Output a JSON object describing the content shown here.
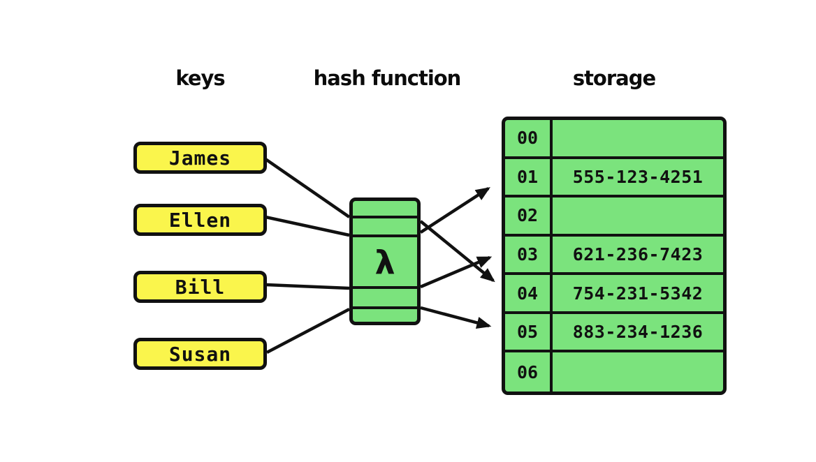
{
  "diagram": {
    "headers": {
      "keys": "keys",
      "hash_function": "hash function",
      "storage": "storage"
    },
    "keys": [
      {
        "label": "James"
      },
      {
        "label": "Ellen"
      },
      {
        "label": "Bill"
      },
      {
        "label": "Susan"
      }
    ],
    "hash_function": {
      "symbol": "λ"
    },
    "storage_rows": [
      {
        "index": "00",
        "value": ""
      },
      {
        "index": "01",
        "value": "555-123-4251"
      },
      {
        "index": "02",
        "value": ""
      },
      {
        "index": "03",
        "value": "621-236-7423"
      },
      {
        "index": "04",
        "value": "754-231-5342"
      },
      {
        "index": "05",
        "value": "883-234-1236"
      },
      {
        "index": "06",
        "value": ""
      }
    ],
    "mappings": [
      {
        "key": "James",
        "slot": "04"
      },
      {
        "key": "Ellen",
        "slot": "01"
      },
      {
        "key": "Bill",
        "slot": "03"
      },
      {
        "key": "Susan",
        "slot": "05"
      }
    ],
    "colors": {
      "key_fill": "#faf54c",
      "cell_fill": "#7be37d",
      "line": "#111111",
      "background": "#ffffff"
    }
  }
}
